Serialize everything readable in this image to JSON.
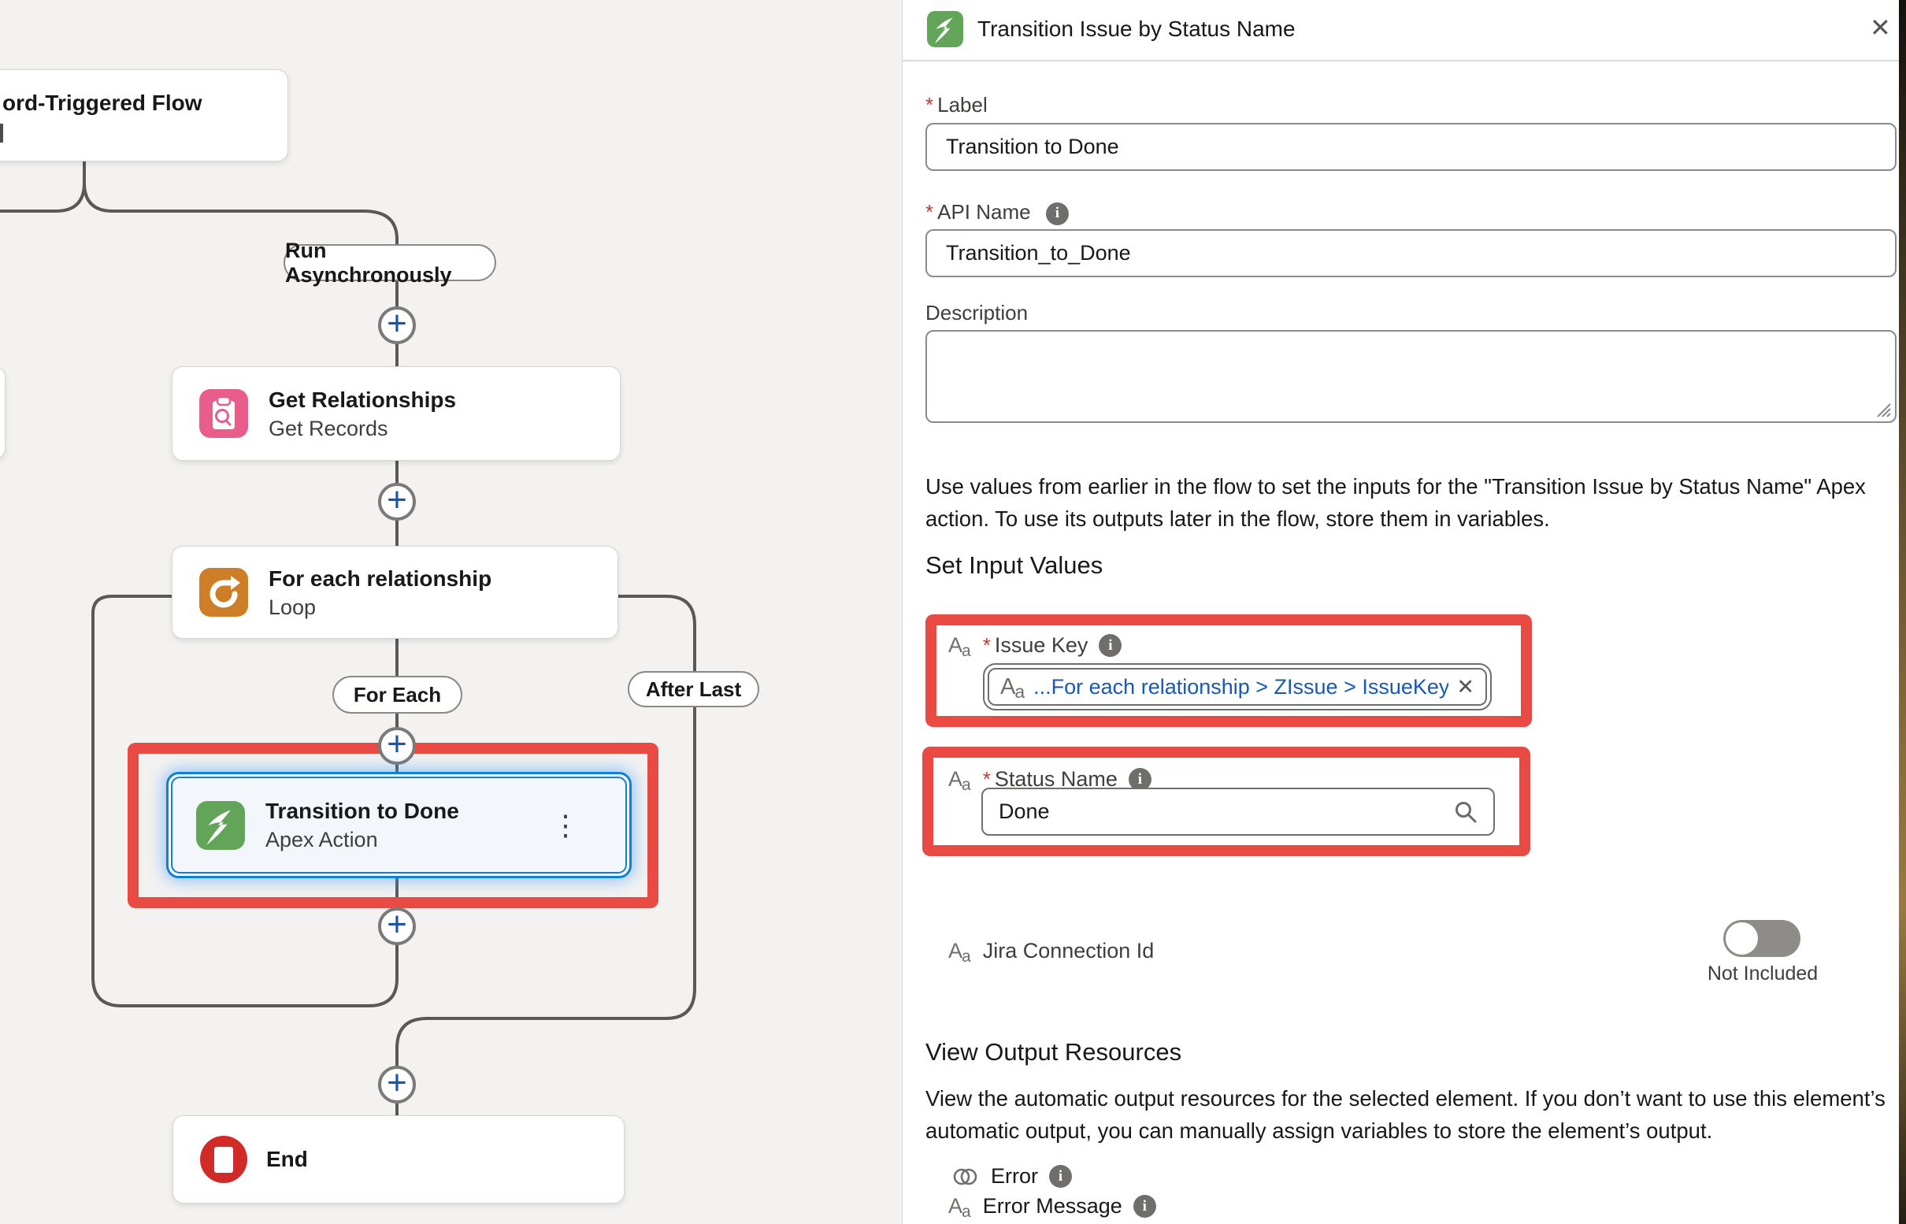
{
  "glyphs": {
    "plus": "+",
    "close": "✕",
    "remove": "✕",
    "kebab": "⋮",
    "info": "i",
    "type_big": "A",
    "type_small": "a",
    "required": "*"
  },
  "canvas": {
    "start_card_title": "ord-Triggered Flow",
    "run_async_badge": "Run Asynchronously",
    "for_each_badge": "For Each",
    "after_last_badge": "After Last",
    "nodes": {
      "get_relationships": {
        "title": "Get Relationships",
        "subtitle": "Get Records"
      },
      "loop": {
        "title": "For each relationship",
        "subtitle": "Loop"
      },
      "apex": {
        "title": "Transition to Done",
        "subtitle": "Apex Action"
      },
      "end": {
        "title": "End"
      }
    },
    "icon_names": [
      "get-records-clipboard-search-icon",
      "loop-arrow-icon",
      "apex-z-icon",
      "end-stop-icon"
    ]
  },
  "panel": {
    "title": "Transition Issue by Status Name",
    "label_field": {
      "label": "Label",
      "value": "Transition to Done"
    },
    "api_field": {
      "label": "API Name",
      "value": "Transition_to_Done"
    },
    "description_label": "Description",
    "intro": "Use values from earlier in the flow to set the inputs for the \"Transition Issue by Status Name\" Apex action. To use its outputs later in the flow, store them in variables.",
    "input_section": {
      "heading": "Set Input Values",
      "issue_key_label": "Issue Key",
      "issue_key_value": "...For each relationship > ZIssue > IssueKey",
      "status_label": "Status Name",
      "status_value": "Done",
      "jira_label": "Jira Connection Id",
      "toggle_caption": "Not Included"
    },
    "output_section": {
      "heading": "View Output Resources",
      "body": "View the automatic output resources for the selected element. If you don’t want to use this element’s automatic output, you can manually assign variables to store the element’s output.",
      "error_label": "Error",
      "error_message_label": "Error Message"
    }
  },
  "colors": {
    "annotation_red": "#e94a44",
    "apex_green": "#62a559",
    "data_pink": "#e85d8a",
    "loop_orange": "#cf7e28",
    "end_red": "#d22a26",
    "link_blue": "#1758ba",
    "selection_blue": "#0d80d8",
    "connector_gray": "#595959"
  }
}
